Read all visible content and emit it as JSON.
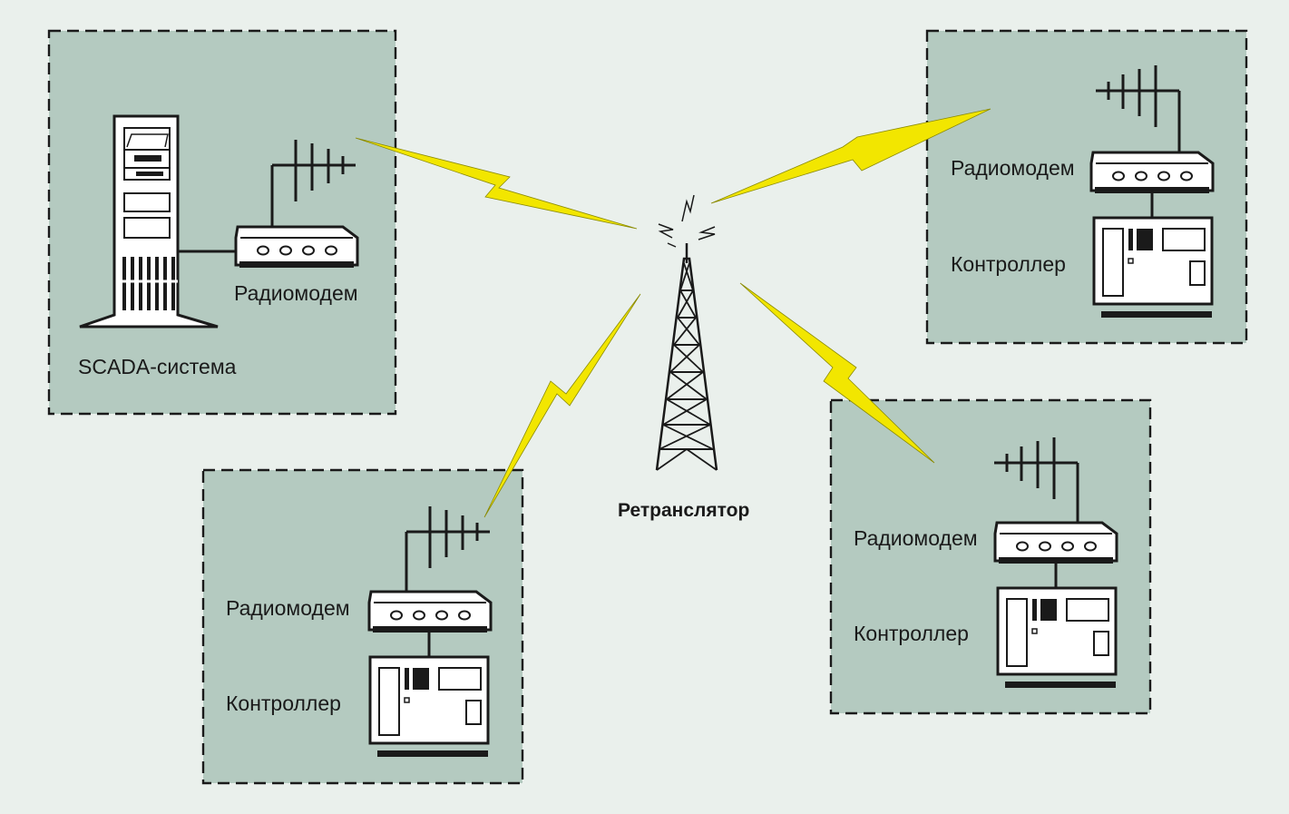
{
  "nodes": {
    "scada": {
      "label": "SCADA-система",
      "modem_label": "Радиомодем"
    },
    "site_top_right": {
      "modem_label": "Радиомодем",
      "controller_label": "Контроллер"
    },
    "site_bottom_right": {
      "modem_label": "Радиомодем",
      "controller_label": "Контроллер"
    },
    "site_bottom_left": {
      "modem_label": "Радиомодем",
      "controller_label": "Контроллер"
    }
  },
  "repeater": {
    "label": "Ретранслятор"
  },
  "links": [
    {
      "from": "scada",
      "to": "repeater",
      "type": "radio"
    },
    {
      "from": "site_top_right",
      "to": "repeater",
      "type": "radio"
    },
    {
      "from": "site_bottom_right",
      "to": "repeater",
      "type": "radio"
    },
    {
      "from": "site_bottom_left",
      "to": "repeater",
      "type": "radio"
    }
  ],
  "colors": {
    "background": "#eaf0ec",
    "site_box": "#b4cac0",
    "radio_link": "#f2e600",
    "outline": "#1a1a1a"
  }
}
